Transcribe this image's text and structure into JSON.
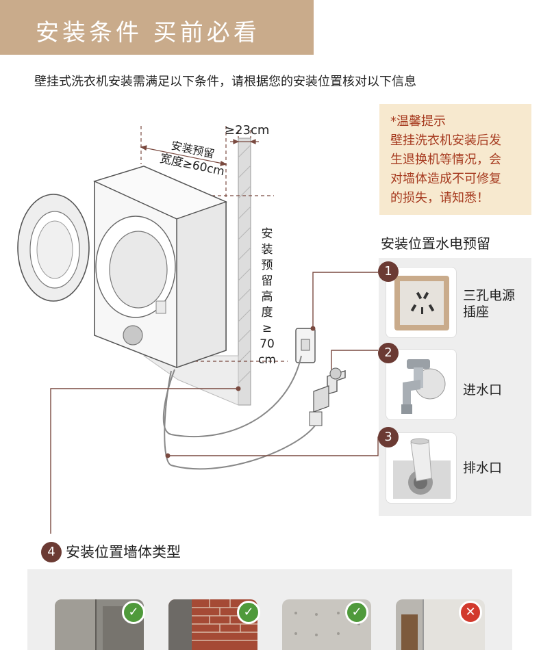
{
  "header": {
    "title": "安装条件  买前必看"
  },
  "intro": "壁挂式洗衣机安装需满足以下条件，请根据您的安装位置核对以下信息",
  "tip": {
    "lines": [
      "*温馨提示",
      "壁挂洗衣机安装后发",
      "生退换机等情况，会",
      "对墙体造成不可修复",
      "的损失，请知悉！"
    ]
  },
  "diagram": {
    "gap_label": "≥23cm",
    "width_label_1": "安装预留",
    "width_label_2": "宽度≥60cm",
    "height_label_chars": [
      "安",
      "装",
      "预",
      "留",
      "高",
      "度",
      "≥",
      "70",
      "cm"
    ]
  },
  "panel": {
    "title": "安装位置水电预留",
    "items": [
      {
        "number": "1",
        "label_lines": [
          "三孔电源",
          "插座"
        ],
        "icon": "socket-icon"
      },
      {
        "number": "2",
        "label_lines": [
          "进水口"
        ],
        "icon": "faucet-icon"
      },
      {
        "number": "3",
        "label_lines": [
          "排水口"
        ],
        "icon": "drain-icon"
      }
    ]
  },
  "walls": {
    "number": "4",
    "title": "安装位置墙体类型",
    "items": [
      {
        "type": "concrete-wall",
        "allowed": true,
        "mark": "✓"
      },
      {
        "type": "brick-wall",
        "allowed": true,
        "mark": "✓"
      },
      {
        "type": "cement-wall",
        "allowed": true,
        "mark": "✓"
      },
      {
        "type": "board-wall",
        "allowed": false,
        "mark": "✕"
      }
    ]
  },
  "colors": {
    "header": "#c9ab8b",
    "tip_bg": "#f7e9cf",
    "tip_text": "#a63a1f",
    "badge": "#6b3a33",
    "ok": "#4f9a3b",
    "no": "#d23a2d"
  }
}
